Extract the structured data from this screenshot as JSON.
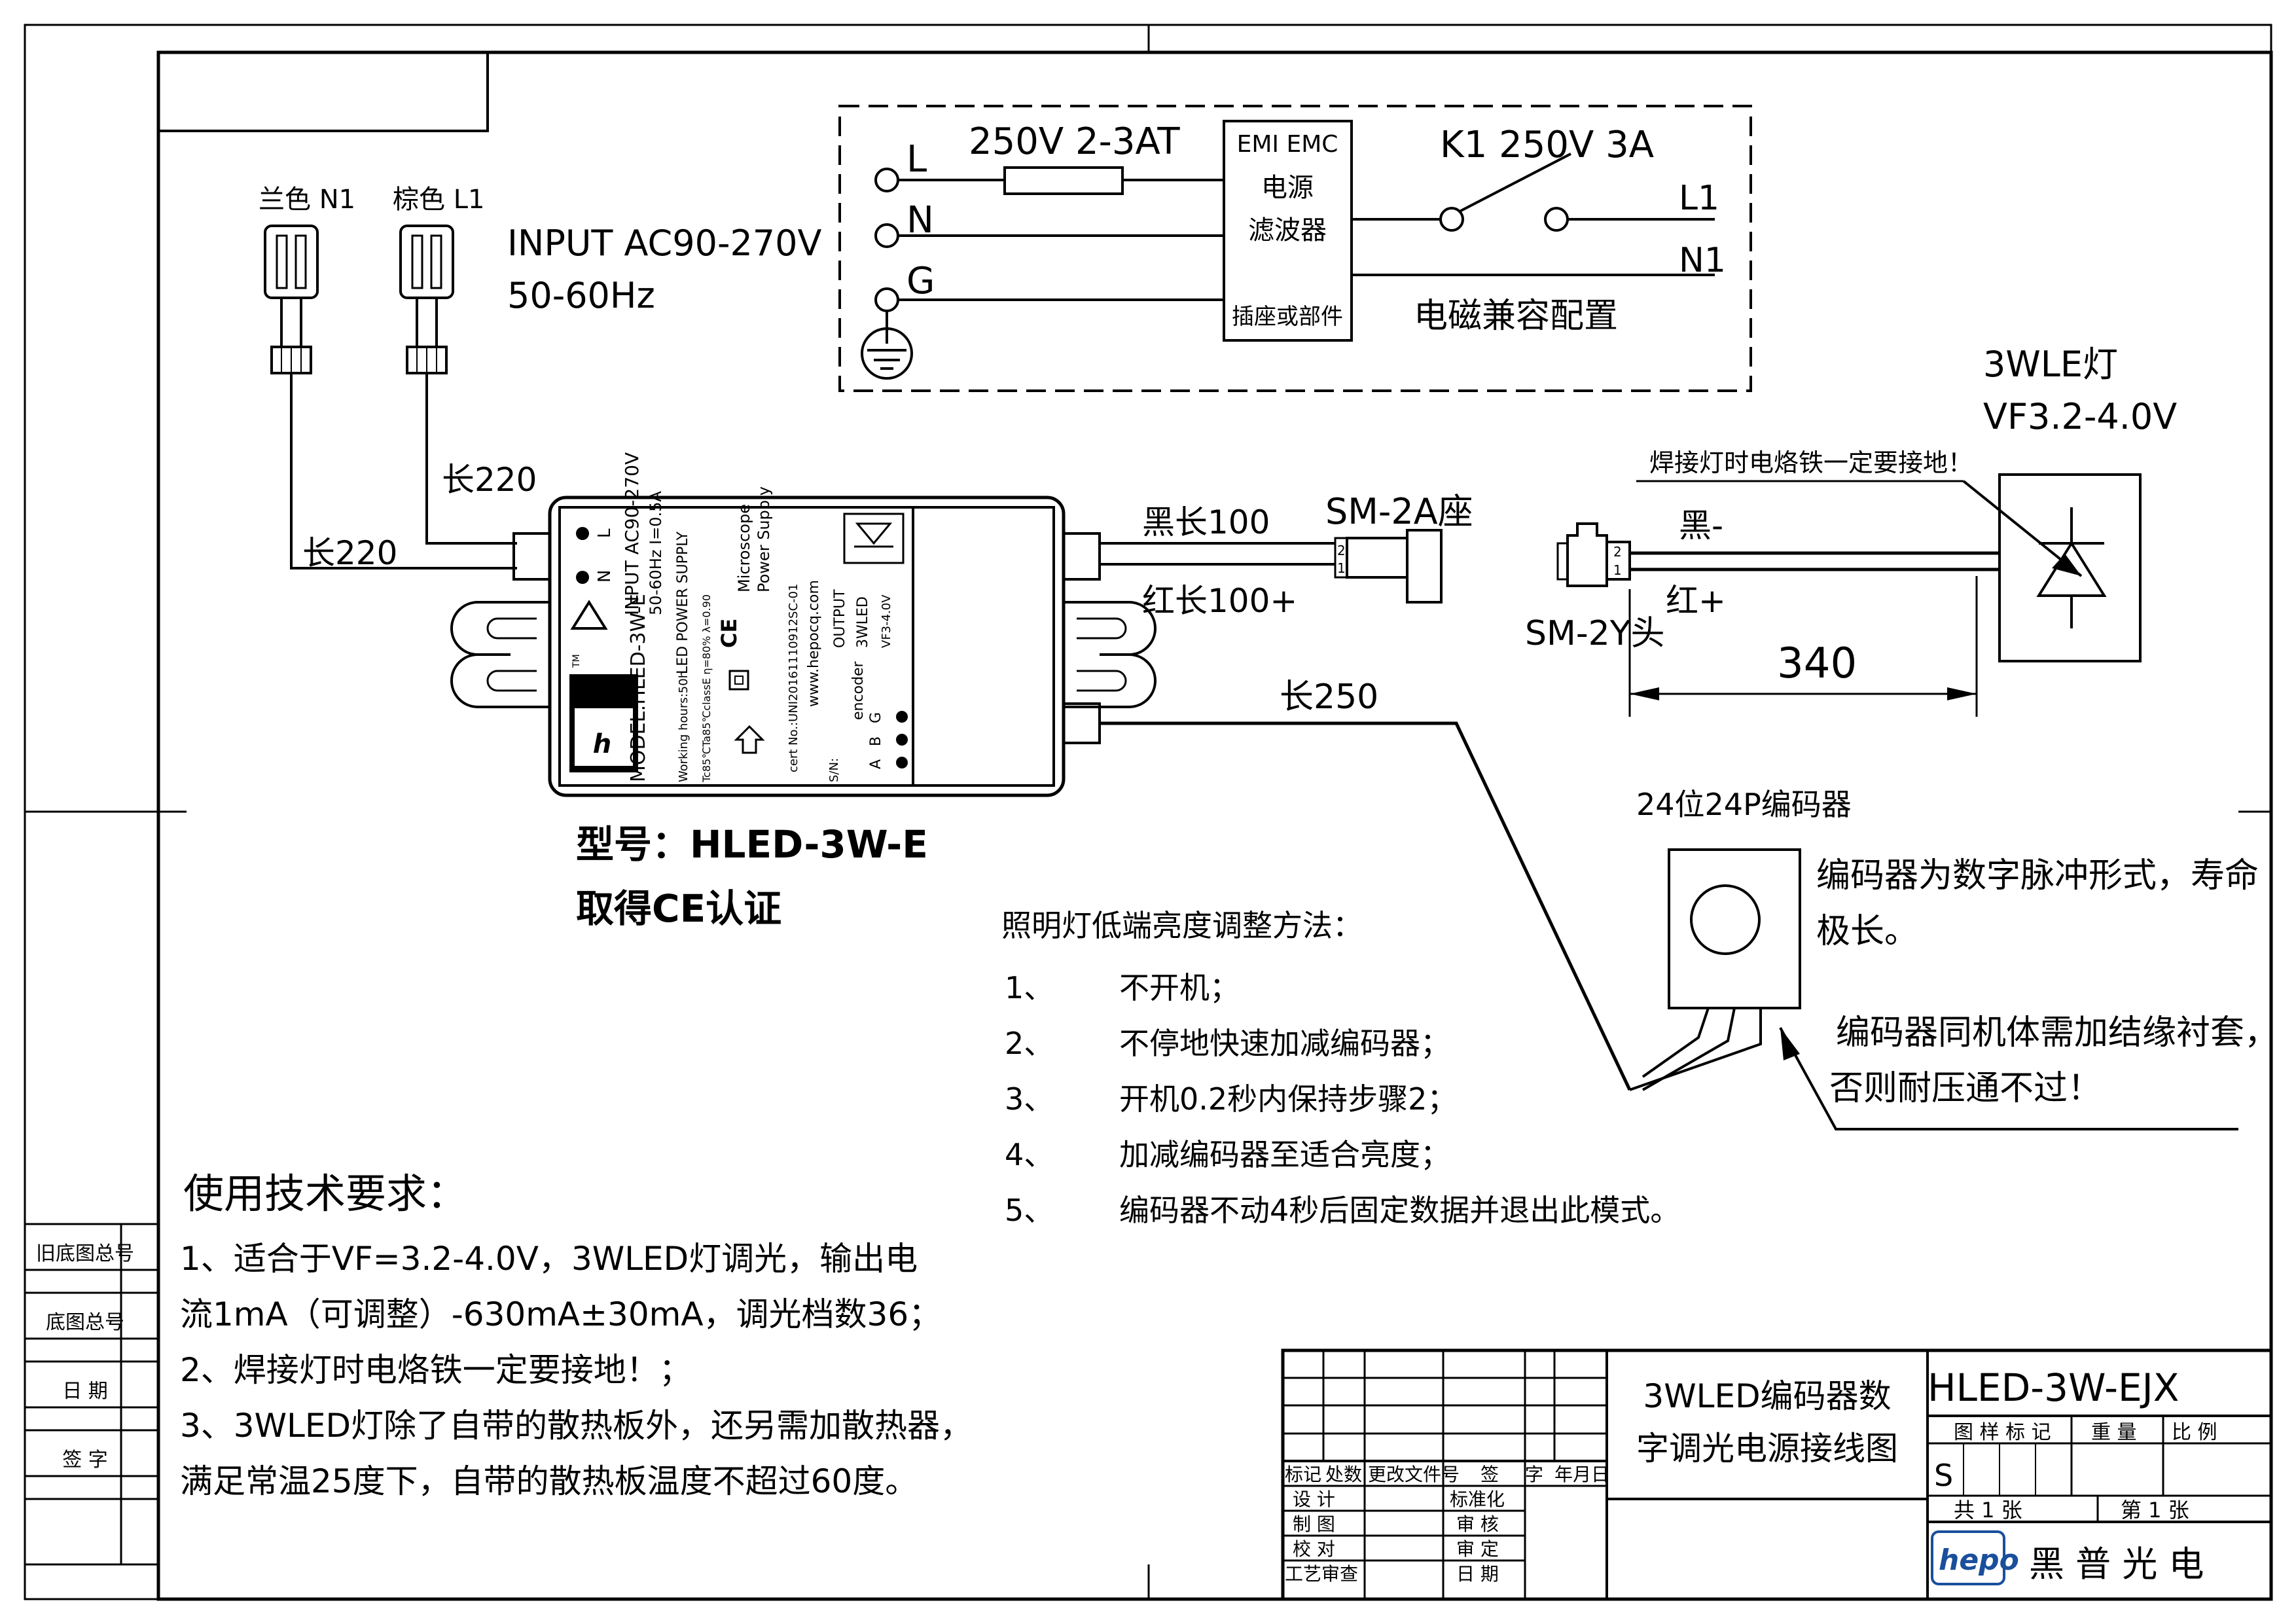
{
  "title_block": {
    "drawing_title_line1": "3WLED编码器数",
    "drawing_title_line2": "字调光电源接线图",
    "drawing_number": "HLED-3W-EJX",
    "col_headers": [
      "标记",
      "处数",
      "更改文件号",
      "签",
      "字",
      "年月日"
    ],
    "roles_left": [
      "设 计",
      "制 图",
      "校 对",
      "工艺审查"
    ],
    "roles_right": [
      "标准化",
      "审 核",
      "审 定",
      "日 期"
    ],
    "meta_labels": [
      "图 样 标 记",
      "重 量",
      "比 例"
    ],
    "sheet_mark": "S",
    "sheet_total": "共 1 张",
    "sheet_index": "第 1 张",
    "company": "黑 普 光 电",
    "logo_text": "hepo"
  },
  "left_strip": [
    "旧底图总号",
    "底图总号",
    "日 期",
    "签 字"
  ],
  "input_wires": {
    "blue_label": "兰色 N1",
    "brown_label": "棕色 L1",
    "input_spec": "INPUT AC90-270V",
    "freq": "50-60Hz",
    "len_left": "长220",
    "len_right": "长220"
  },
  "emc_box": {
    "terminal_L": "L",
    "terminal_N": "N",
    "terminal_G": "G",
    "fuse": "250V 2-3AT",
    "filter_line1": "EMI EMC",
    "filter_line2": "电源",
    "filter_line3": "滤波器",
    "filter_line4": "插座或部件",
    "switch": "K1 250V 3A",
    "out_L": "L1",
    "out_N": "N1",
    "caption": "电磁兼容配置"
  },
  "driver": {
    "model": "MODEL:HLED-3W-E",
    "input_line1": "INPUT AC90-270V",
    "input_line2": "50-60Hz  I=0.5A",
    "subtitle": "LED POWER SUPPLY",
    "maker_line1": "Microscope",
    "maker_line2": "Power Supply",
    "cert": "cert No.:UNI20161110912SC-01",
    "web": "www.hepocq.com",
    "working": "Working hours:50h",
    "rating": "Tc85℃Ta85℃classE η=80% λ=0.90",
    "out_line1": "OUTPUT",
    "out_line2": "3WLED",
    "out_line3": "VF3-4.0V",
    "encoder": "encoder",
    "sn": "S/N:",
    "pin_L": "L",
    "pin_N": "N",
    "pins_abg": [
      "A",
      "B",
      "G"
    ],
    "ce": "CE",
    "tm": "TM",
    "model_caption": "型号：HLED-3W-E",
    "cert_caption": "取得CE认证"
  },
  "output_wires": {
    "black": "黑长100",
    "red": "红长100+",
    "connector_socket": "SM-2A座",
    "pin2": "2",
    "pin1": "1",
    "encoder_len": "长250"
  },
  "lamp": {
    "title": "3WLE灯",
    "vf": "VF3.2-4.0V",
    "solder_note": "焊接灯时电烙铁一定要接地！",
    "black": "黑-",
    "red": "红+",
    "plug": "SM-2Y头",
    "length": "340"
  },
  "encoder": {
    "title": "24位24P编码器",
    "note1_line1": "编码器为数字脉冲形式，寿命",
    "note1_line2": "极长。",
    "note2_line1": "编码器同机体需加结缘衬套，",
    "note2_line2": "否则耐压通不过！"
  },
  "method": {
    "title": "照明灯低端亮度调整方法：",
    "steps": [
      {
        "n": "1、",
        "text": "不开机；"
      },
      {
        "n": "2、",
        "text": "不停地快速加减编码器；"
      },
      {
        "n": "3、",
        "text": "开机0.2秒内保持步骤2；"
      },
      {
        "n": "4、",
        "text": "加减编码器至适合亮度；"
      },
      {
        "n": "5、",
        "text": "编码器不动4秒后固定数据并退出此模式。"
      }
    ]
  },
  "requirements": {
    "title": "使用技术要求：",
    "lines": [
      "1、适合于VF=3.2-4.0V，3WLED灯调光，输出电",
      "流1mA（可调整）-630mA±30mA，调光档数36；",
      "2、焊接灯时电烙铁一定要接地！；",
      "3、3WLED灯除了自带的散热板外，还另需加散热器，",
      "满足常温25度下，自带的散热板温度不超过60度。"
    ]
  }
}
